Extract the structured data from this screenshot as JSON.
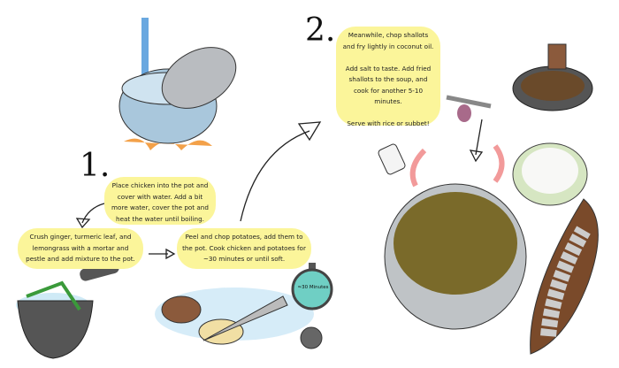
{
  "steps": {
    "step1": {
      "number": "1.",
      "place_chicken": "Place chicken into the pot and cover with water. Add a bit more water, cover the pot and heat the water until boiling.",
      "crush": "Crush ginger, turmeric leaf, and lemongrass with a mortar and pestle and add mixture to the pot.",
      "potatoes": "Peel and chop potatoes, add them to the pot. Cook chicken and potatoes for ~30 minutes or until soft.",
      "timer": "≈30 Minutes"
    },
    "step2": {
      "number": "2.",
      "text": "Meanwhile, chop shallots and fry lightly in coconut oil.\n\nAdd salt to taste. Add fried shallots to the soup, and cook for another 5-10 minutes.\n\nServe with rice or subbet!"
    }
  },
  "colors": {
    "note": "#fbf59a",
    "water": "#8fc7e8",
    "broth": "#7a6a2a",
    "fire": "#f08a1c"
  }
}
